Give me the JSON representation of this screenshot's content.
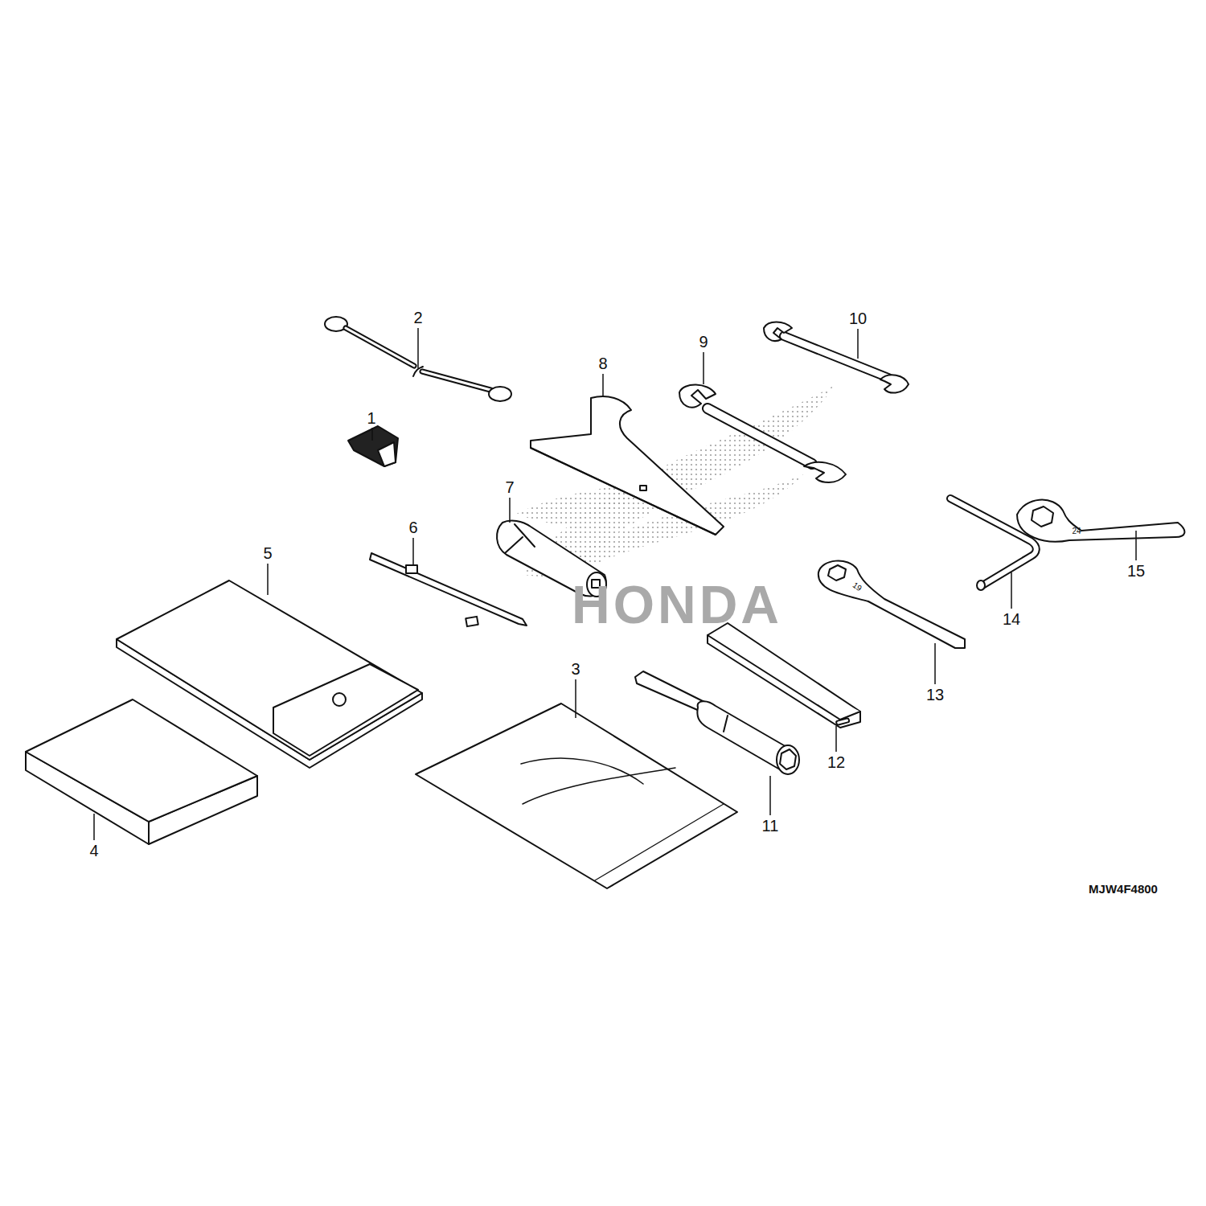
{
  "diagram": {
    "labels": [
      "1",
      "2",
      "3",
      "4",
      "5",
      "6",
      "7",
      "8",
      "9",
      "10",
      "11",
      "12",
      "13",
      "14",
      "15",
      "MJW4F4800",
      "HONDA",
      "24",
      "19"
    ]
  }
}
